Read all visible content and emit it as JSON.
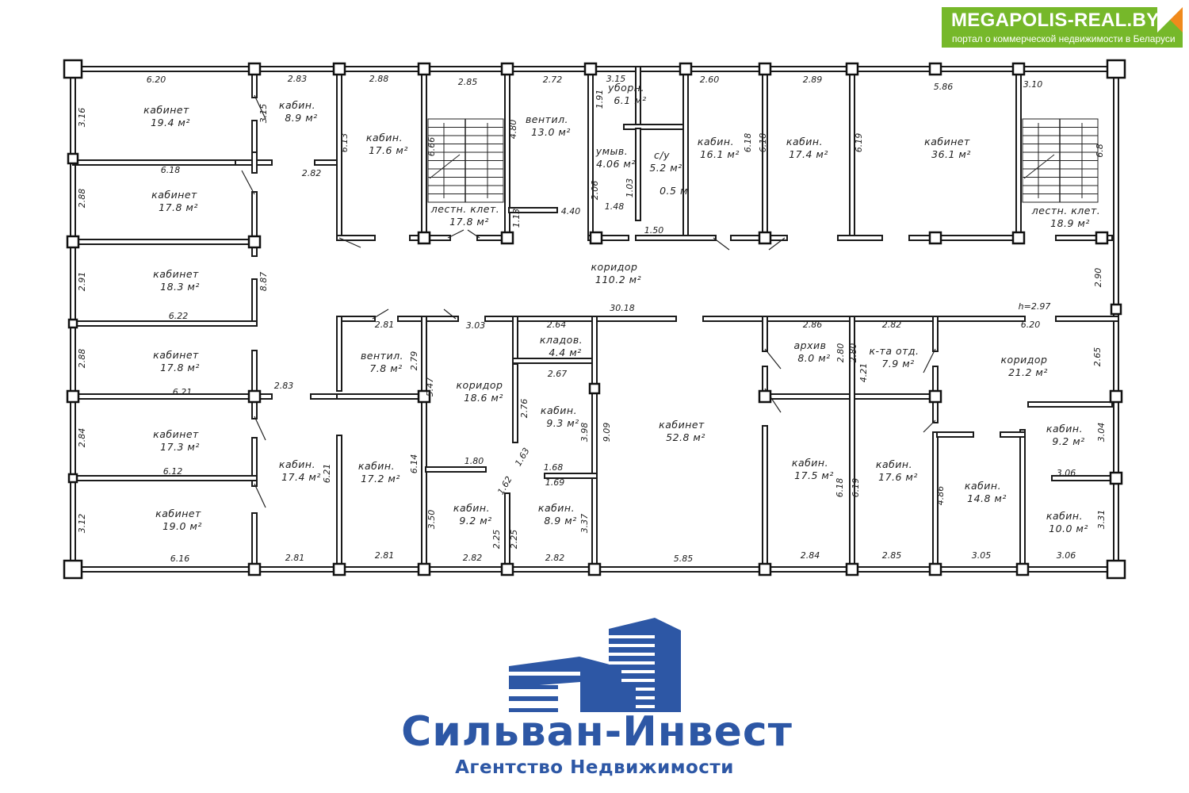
{
  "watermark": {
    "title": "MEGAPOLIS-REAL.BY",
    "subtitle": "портал о коммерческой недвижимости в Беларуси",
    "color": "#76b82a"
  },
  "agency": {
    "name": "Сильван-Инвест",
    "tagline": "Агентство Недвижимости",
    "color": "#2d57a5"
  },
  "plan": {
    "rooms": [
      {
        "name": "кабинет",
        "area": "19.4 м²"
      },
      {
        "name": "кабин.",
        "area": "8.9 м²"
      },
      {
        "name": "кабин.",
        "area": "17.6 м²"
      },
      {
        "name": "лестн. клет.",
        "area": "17.8 м²"
      },
      {
        "name": "вентил.",
        "area": "13.0 м²"
      },
      {
        "name": "уборн.",
        "area": "6.1 м²"
      },
      {
        "name": "умыв.",
        "area": "4.06 м²"
      },
      {
        "name": "с/у",
        "area": "5.2 м²"
      },
      {
        "name": "",
        "area": "0.5 м"
      },
      {
        "name": "кабин.",
        "area": "16.1 м²"
      },
      {
        "name": "кабин.",
        "area": "17.4 м²"
      },
      {
        "name": "кабинет",
        "area": "36.1 м²"
      },
      {
        "name": "лестн. клет.",
        "area": "18.9 м²"
      },
      {
        "name": "коридор",
        "area": "110.2 м²"
      },
      {
        "name": "кабинет",
        "area": "17.8 м²"
      },
      {
        "name": "кабинет",
        "area": "18.3 м²"
      },
      {
        "name": "кабинет",
        "area": "17.8 м²"
      },
      {
        "name": "кабинет",
        "area": "17.3 м²"
      },
      {
        "name": "кабинет",
        "area": "19.0 м²"
      },
      {
        "name": "кабин.",
        "area": "17.4 м²"
      },
      {
        "name": "вентил.",
        "area": "7.8 м²"
      },
      {
        "name": "кабин.",
        "area": "17.2 м²"
      },
      {
        "name": "коридор",
        "area": "18.6 м²"
      },
      {
        "name": "кладов.",
        "area": "4.4 м²"
      },
      {
        "name": "кабин.",
        "area": "9.3 м²"
      },
      {
        "name": "кабин.",
        "area": "9.2 м²"
      },
      {
        "name": "кабин.",
        "area": "8.9 м²"
      },
      {
        "name": "кабинет",
        "area": "52.8 м²"
      },
      {
        "name": "архив",
        "area": "8.0 м²"
      },
      {
        "name": "к-та отд.",
        "area": "7.9 м²"
      },
      {
        "name": "коридор",
        "area": "21.2 м²"
      },
      {
        "name": "кабин.",
        "area": "17.5 м²"
      },
      {
        "name": "кабин.",
        "area": "17.6 м²"
      },
      {
        "name": "кабин.",
        "area": "14.8 м²"
      },
      {
        "name": "кабин.",
        "area": "9.2 м²"
      },
      {
        "name": "кабин.",
        "area": "10.0 м²"
      }
    ],
    "dimensions": [
      "6.20",
      "2.83",
      "2.88",
      "2.85",
      "2.72",
      "3.15",
      "2.60",
      "2.89",
      "5.86",
      "3.10",
      "6.18",
      "2.82",
      "6.22",
      "30.18",
      "h=2.97",
      "4.40",
      "1.48",
      "1.50",
      "2.81",
      "3.03",
      "2.64",
      "2.86",
      "2.82",
      "6.20",
      "2.67",
      "6.21",
      "2.83",
      "6.12",
      "1.80",
      "1.68",
      "1.69",
      "6.16",
      "2.81",
      "2.81",
      "2.82",
      "2.82",
      "5.85",
      "2.84",
      "2.85",
      "3.05",
      "3.06",
      "3.06",
      "3.16",
      "2.88",
      "2.91",
      "2.88",
      "2.84",
      "3.12",
      "3.15",
      "6.13",
      "6.66",
      "4.80",
      "1.13",
      "8.87",
      "2.79",
      "5.47",
      "6.21",
      "6.14",
      "3.50",
      "2.25",
      "2.25",
      "2.76",
      "3.98",
      "3.37",
      "9.09",
      "6.18",
      "6.18",
      "6.19",
      "6.8",
      "2.90",
      "2.65",
      "2.80",
      "2.80",
      "4.21",
      "6.18",
      "6.19",
      "4.86",
      "3.04",
      "3.31",
      "1.63",
      "1.62",
      "1.91",
      "2.06",
      "1.03"
    ]
  }
}
